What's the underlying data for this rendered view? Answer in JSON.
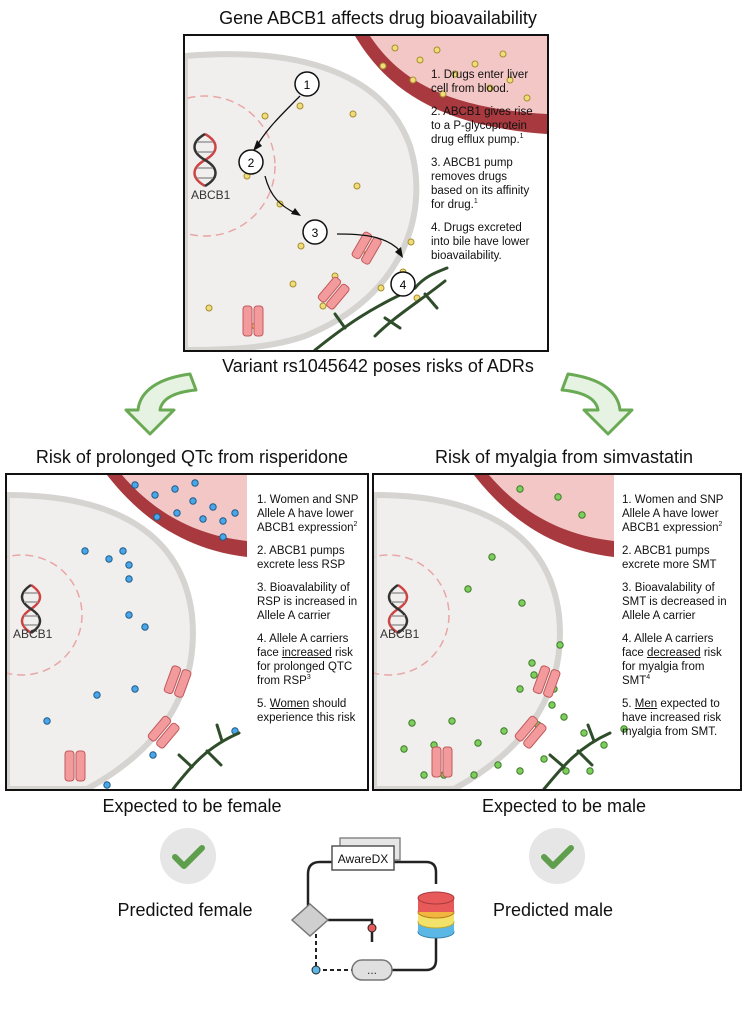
{
  "top": {
    "title": "Gene ABCB1 affects drug bioavailability",
    "gene_label": "ABCB1",
    "markers": [
      "1",
      "2",
      "3",
      "4"
    ],
    "steps": [
      {
        "num": "1.",
        "text": "Drugs enter liver cell from blood."
      },
      {
        "num": "2.",
        "text": "ABCB1 gives rise to a P-glycoprotein drug efflux pump.",
        "ref": "1"
      },
      {
        "num": "3.",
        "text": "ABCB1 pump removes drugs based on its affinity for drug.",
        "ref": "1"
      },
      {
        "num": "4.",
        "text": "Drugs excreted into bile have lower bioavailability."
      }
    ]
  },
  "variant_title": "Variant rs1045642 poses risks of ADRs",
  "left": {
    "title": "Risk of prolonged QTc from risperidone",
    "gene_label": "ABCB1",
    "s1_num": "1.",
    "s1_text": "Women and SNP Allele A have lower ABCB1 expression",
    "s1_ref": "2",
    "s2_num": "2.",
    "s2_text": "ABCB1 pumps excrete less RSP",
    "s3_num": "3.",
    "s3_text": "Bioavalability of RSP is increased in Allele A carrier",
    "s4_num": "4.",
    "s4_pre": "Allele A carriers face ",
    "s4_under": "increased",
    "s4_post": " risk for prolonged QTC from RSP",
    "s4_ref": "3",
    "s5_num": "5.",
    "s5_under": "Women",
    "s5_post": " should experience this risk",
    "expected": "Expected to be female",
    "predicted": "Predicted female",
    "dot_color": "#4aa6e8"
  },
  "right": {
    "title": "Risk of myalgia from simvastatin",
    "gene_label": "ABCB1",
    "s1_num": "1.",
    "s1_text": "Women and SNP Allele A have lower ABCB1 expression",
    "s1_ref": "2",
    "s2_num": "2.",
    "s2_text": "ABCB1 pumps excrete more SMT",
    "s3_num": "3.",
    "s3_text": "Bioavalability of SMT is decreased in Allele A carrier",
    "s4_num": "4.",
    "s4_pre": "Allele A carriers face ",
    "s4_under": "decreased",
    "s4_post": " risk for myalgia from SMT",
    "s4_ref": "4",
    "s5_num": "5.",
    "s5_under": "Men",
    "s5_post": " expected to have increased risk myalgia from SMT.",
    "expected": "Expected to be male",
    "predicted": "Predicted male",
    "dot_color": "#7ccf5b"
  },
  "model": {
    "label": "AwareDX",
    "dots": "...",
    "db_colors": [
      "#e85a5a",
      "#f2b640",
      "#f3e26a",
      "#5ab7e6"
    ]
  },
  "colors": {
    "drug_top": "#f0dc7a",
    "vessel": "#a83a3f",
    "vessel_inner": "#f4c7c7",
    "pump": "#f29a9c",
    "arrow_green": "#6aaa55",
    "check_green": "#5e9e4c"
  }
}
